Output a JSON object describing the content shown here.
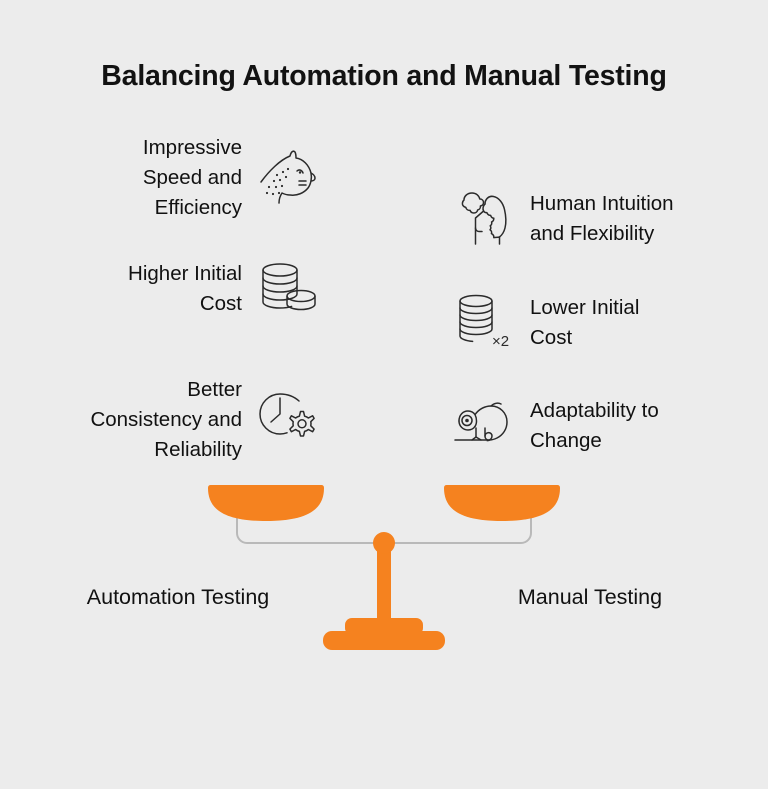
{
  "title": "Balancing Automation and Manual Testing",
  "colors": {
    "background": "#ececec",
    "accent_orange": "#f5821f",
    "text": "#111111",
    "icon_stroke": "#2b2b2b",
    "beam_gray": "#b9b9b9"
  },
  "left_column": {
    "side_label": "Automation Testing",
    "features": [
      {
        "label": "Impressive\nSpeed and\nEfficiency",
        "icon": "cheetah-head-icon"
      },
      {
        "label": "Higher Initial\nCost",
        "icon": "coin-stacks-icon"
      },
      {
        "label": "Better\nConsistency and\nReliability",
        "icon": "clock-gear-icon"
      }
    ]
  },
  "right_column": {
    "side_label": "Manual Testing",
    "features": [
      {
        "label": "Human Intuition\nand Flexibility",
        "icon": "human-head-brain-icon"
      },
      {
        "label": "Lower Initial\nCost",
        "icon": "coin-stack-icon",
        "icon_badge": "×2"
      },
      {
        "label": "Adaptability to\nChange",
        "icon": "chameleon-icon"
      }
    ]
  },
  "scale": {
    "name": "balance-scale",
    "left_pan": "automation-pan",
    "right_pan": "manual-pan",
    "state": "balanced"
  }
}
